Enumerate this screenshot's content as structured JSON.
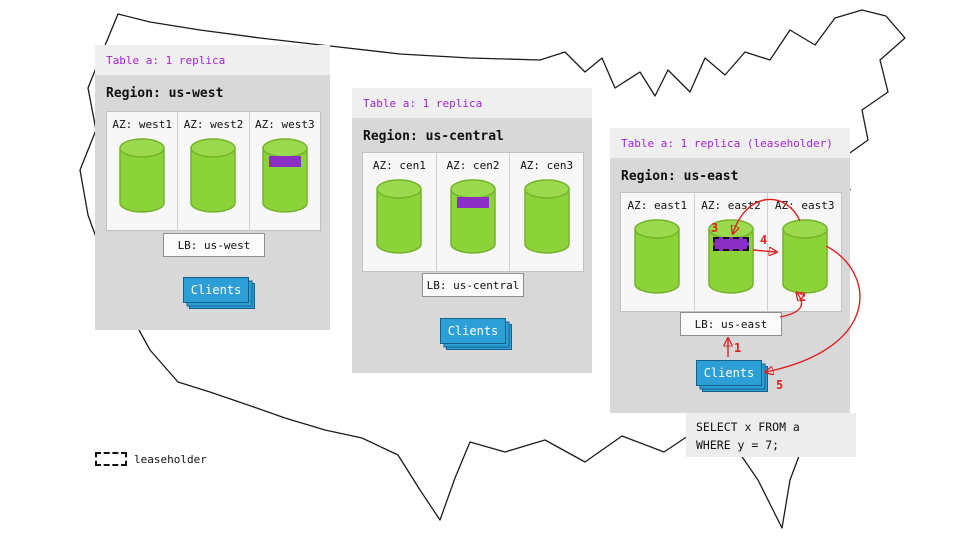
{
  "colors": {
    "accent_purple": "#A224D8",
    "replica_purple": "#8B2FC4",
    "cylinder_green": "#8BD338",
    "clients_blue": "#2B9FD6",
    "arrow_red": "#E02020",
    "panel_gray": "#D8D8D8"
  },
  "legend": {
    "label": "leaseholder"
  },
  "regions": [
    {
      "table_label": "Table a: 1 replica",
      "region_label": "Region: us-west",
      "azs": [
        {
          "label": "AZ: west1"
        },
        {
          "label": "AZ: west2"
        },
        {
          "label": "AZ: west3"
        }
      ],
      "lb_label": "LB: us-west",
      "clients_label": "Clients"
    },
    {
      "table_label": "Table a: 1 replica",
      "region_label": "Region: us-central",
      "azs": [
        {
          "label": "AZ: cen1"
        },
        {
          "label": "AZ: cen2"
        },
        {
          "label": "AZ: cen3"
        }
      ],
      "lb_label": "LB: us-central",
      "clients_label": "Clients"
    },
    {
      "table_label": "Table a: 1 replica (leaseholder)",
      "region_label": "Region: us-east",
      "azs": [
        {
          "label": "AZ: east1"
        },
        {
          "label": "AZ: east2"
        },
        {
          "label": "AZ: east3"
        }
      ],
      "lb_label": "LB: us-east",
      "clients_label": "Clients"
    }
  ],
  "query": {
    "line1": "SELECT x FROM a",
    "line2": "WHERE y = 7;"
  },
  "flow_steps": [
    "1",
    "2",
    "3",
    "4",
    "5"
  ]
}
